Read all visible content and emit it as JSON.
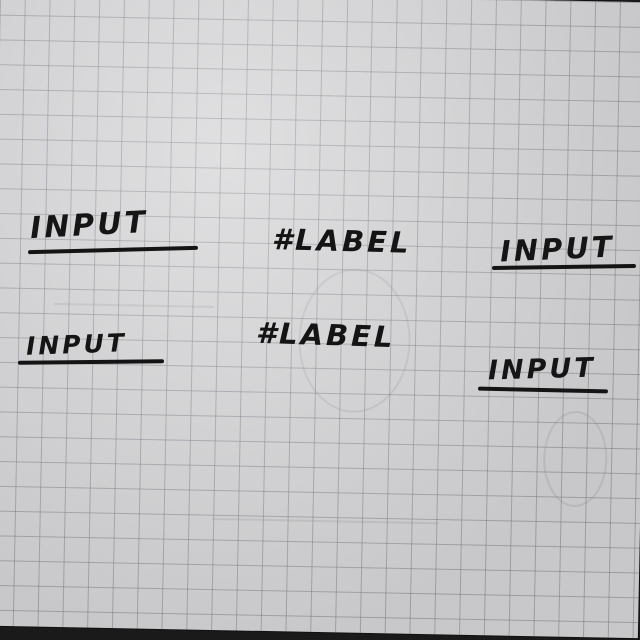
{
  "sketch": {
    "inputs": [
      {
        "label": "INPUT"
      },
      {
        "label": "INPUT"
      },
      {
        "label": "INPUT"
      },
      {
        "label": "INPUT"
      }
    ],
    "labels": [
      {
        "text": "#LABEL"
      },
      {
        "text": "#LABEL"
      }
    ]
  }
}
